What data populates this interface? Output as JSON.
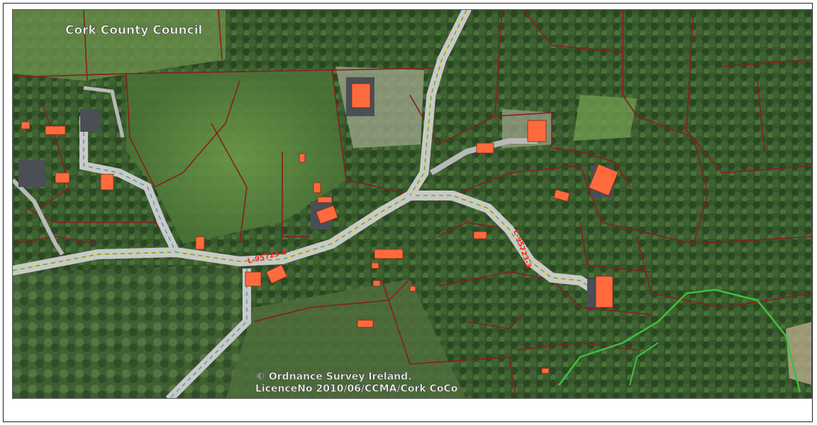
{
  "map": {
    "attribution_top": "Cork County Council",
    "copyright_line1": "© Ordnance Survey Ireland.",
    "copyright_line2": "LicenceNo 2010/06/CCMA/Cork CoCo",
    "road_labels": [
      "L-95723-2",
      "L-95723-3"
    ],
    "colors": {
      "vegetation_dark": "#2f4a26",
      "vegetation_light": "#5f8a44",
      "road_fill": "#c9c9c9",
      "road_centerline": "#e3d23a",
      "road_dash": "#4aa3a0",
      "boundary": "#8a1d1d",
      "building": "#ff6a3d",
      "path_green": "#3fbf3f",
      "label_red": "#ff2222"
    }
  }
}
